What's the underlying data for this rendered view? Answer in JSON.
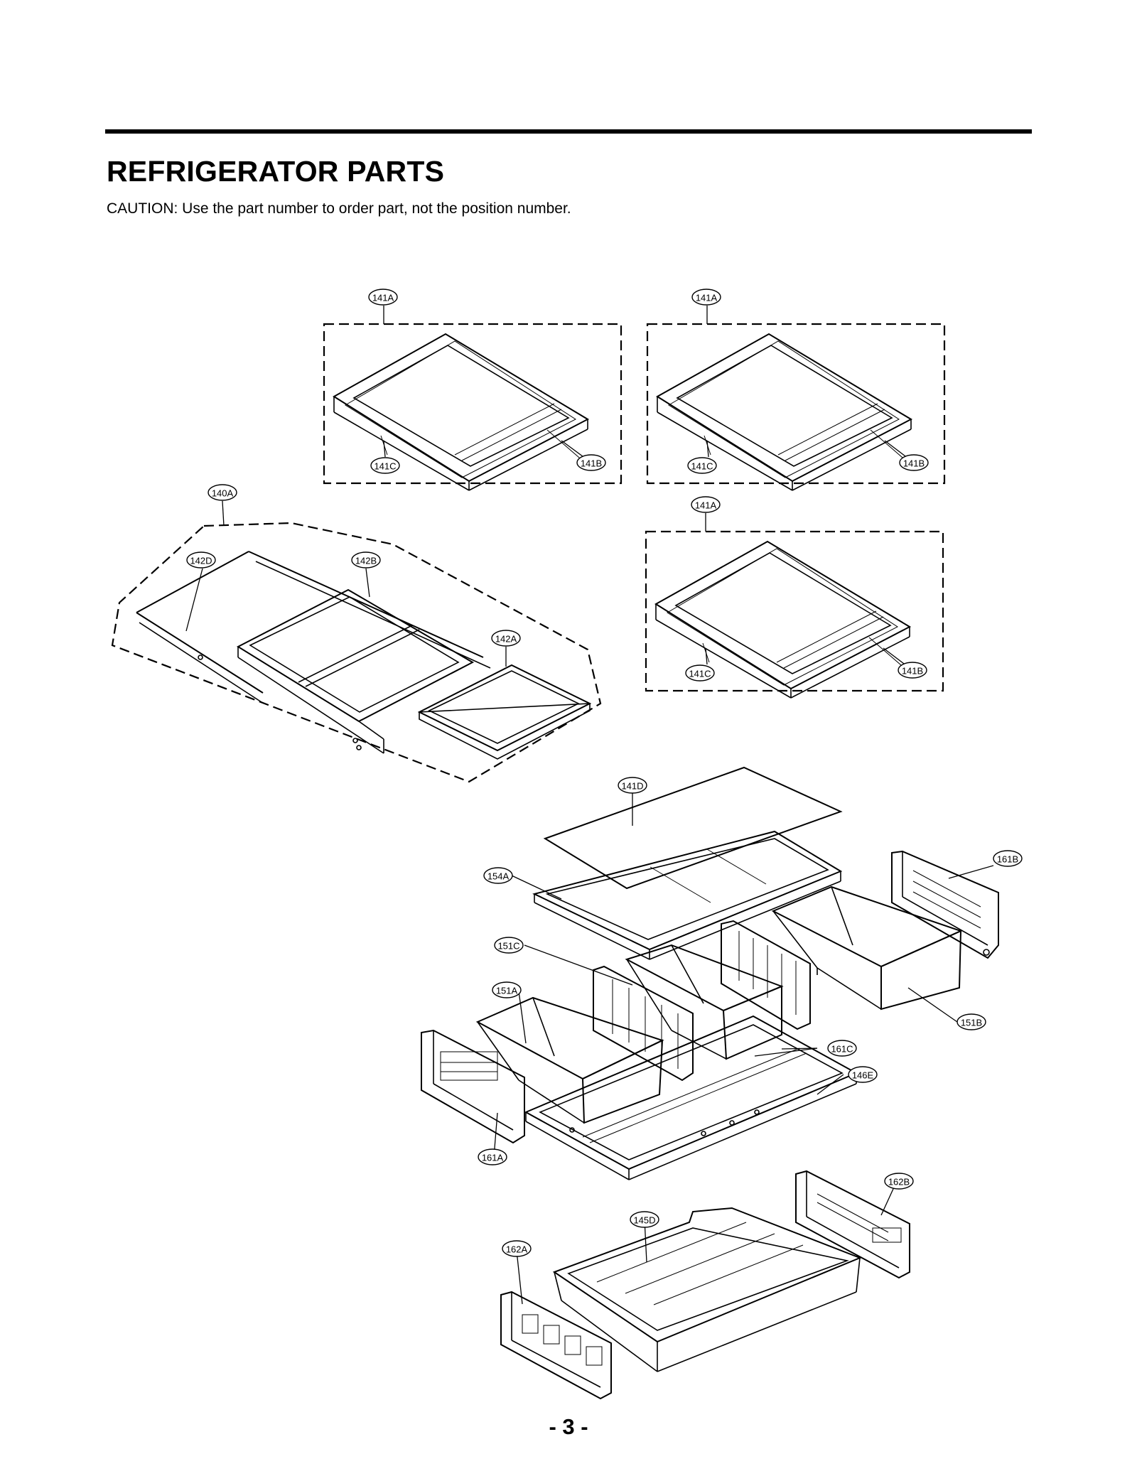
{
  "page": {
    "title": "REFRIGERATOR PARTS",
    "caution": "CAUTION: Use the part number to order part, not the position number.",
    "page_number": "- 3 -"
  },
  "callouts": {
    "p141A_1": "141A",
    "p141B_1": "141B",
    "p141C_1": "141C",
    "p141A_2": "141A",
    "p141B_2": "141B",
    "p141C_2": "141C",
    "p141A_3": "141A",
    "p141B_3": "141B",
    "p141C_3": "141C",
    "p140A": "140A",
    "p142D": "142D",
    "p142B": "142B",
    "p142A": "142A",
    "p141D": "141D",
    "p154A": "154A",
    "p161B": "161B",
    "p151C": "151C",
    "p151A": "151A",
    "p151B": "151B",
    "p161C": "161C",
    "p146E": "146E",
    "p161A": "161A",
    "p162B": "162B",
    "p145D": "145D",
    "p162A": "162A"
  }
}
